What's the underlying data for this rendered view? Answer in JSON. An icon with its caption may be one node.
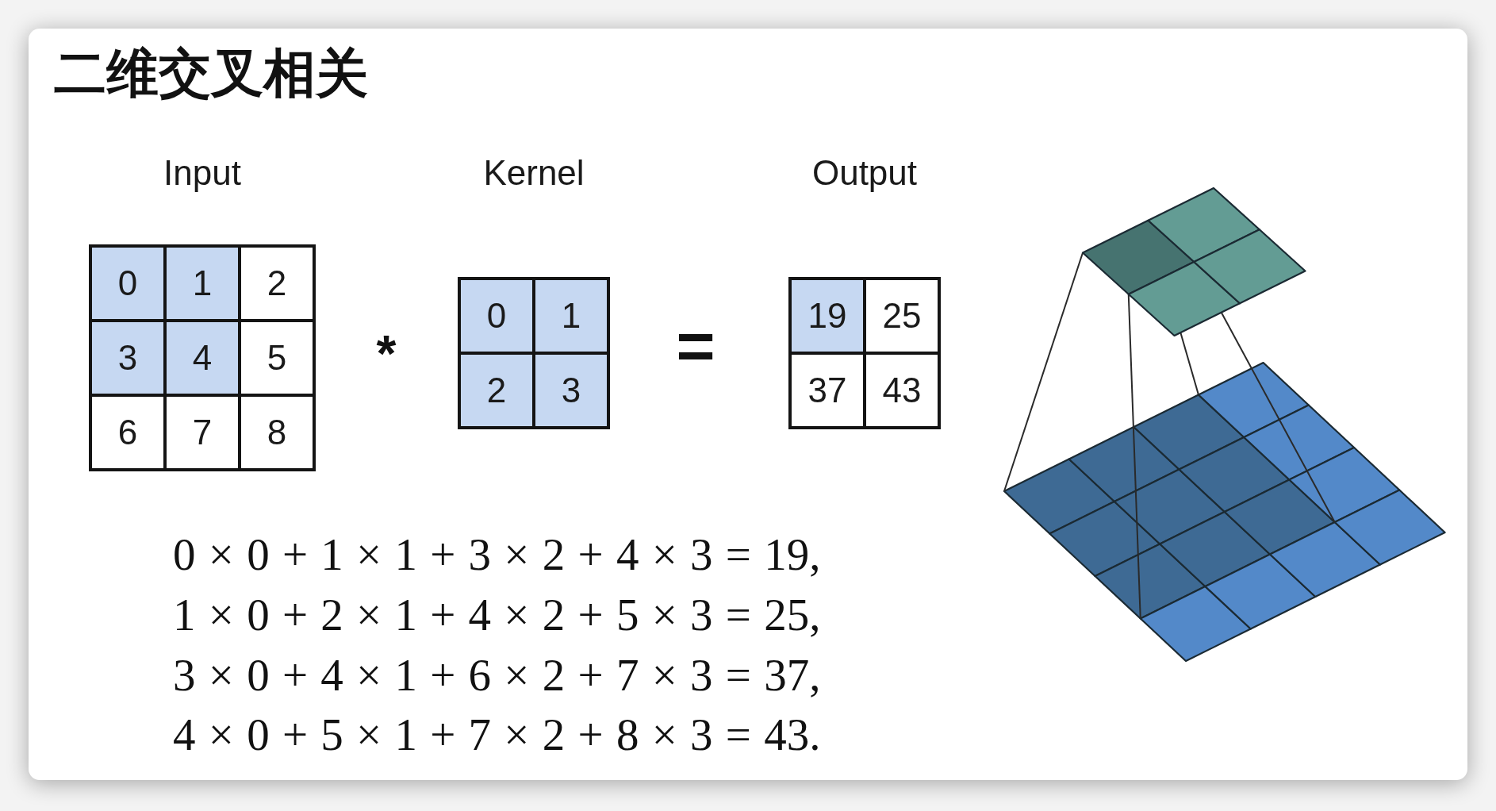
{
  "diagram": {
    "title": "二维交叉相关",
    "nodes": [
      {
        "text": [
          "Input"
        ]
      },
      {
        "text": [
          "0"
        ],
        "in": 0
      },
      {
        "text": [
          "1"
        ],
        "in": 0
      },
      {
        "text": [
          "2"
        ],
        "in": 0
      },
      {
        "text": [
          "3"
        ],
        "in": 0
      },
      {
        "text": [
          "4"
        ],
        "in": 0
      },
      {
        "text": [
          "5"
        ],
        "in": 0
      },
      {
        "text": [
          "6"
        ],
        "in": 0
      },
      {
        "text": [
          "7"
        ],
        "in": 0
      },
      {
        "text": [
          "8"
        ],
        "in": 0
      },
      {
        "text": [
          "Kernel"
        ]
      },
      {
        "text": [
          "0"
        ],
        "in": 10
      },
      {
        "text": [
          "1"
        ],
        "in": 10
      },
      {
        "text": [
          "2"
        ],
        "in": 10
      },
      {
        "text": [
          "3"
        ],
        "in": 10
      },
      {
        "text": [
          "Output"
        ]
      },
      {
        "text": [
          "19"
        ],
        "in": 15
      },
      {
        "text": [
          "25"
        ],
        "in": 15
      },
      {
        "text": [
          "37"
        ],
        "in": 15
      },
      {
        "text": [
          "43"
        ],
        "in": 15
      }
    ],
    "labels": [
      "*",
      "=",
      "0 × 0 + 1 × 1 + 3 × 2 + 4 × 3 = 19,",
      "1 × 0 + 2 × 1 + 4 × 2 + 5 × 3 = 25,",
      "3 × 0 + 4 × 1 + 6 × 2 + 7 × 3 = 37,",
      "4 × 0 + 5 × 1 + 7 × 2 + 8 × 3 = 43."
    ]
  }
}
